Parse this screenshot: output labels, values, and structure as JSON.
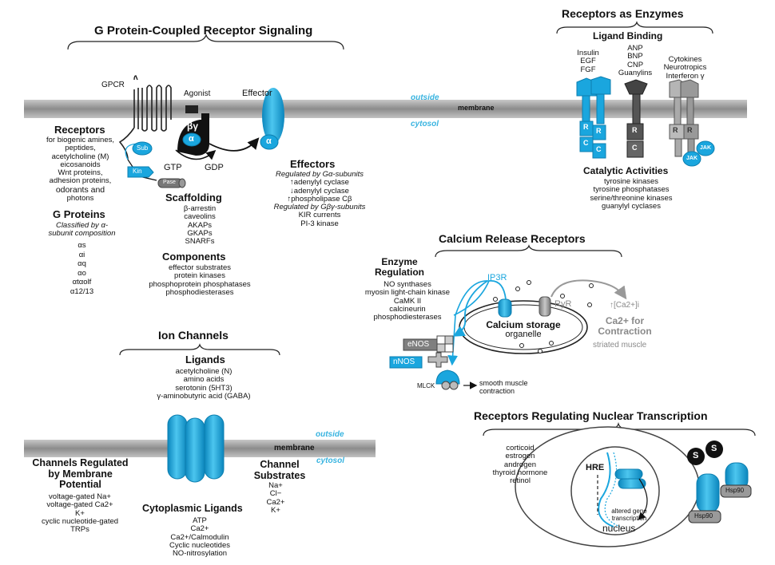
{
  "colors": {
    "accent": "#1aa6de",
    "accent_dark": "#0c7fb0",
    "membrane": "#9a9a9a",
    "dark": "#222222"
  },
  "gpcr": {
    "title": "G Protein-Coupled Receptor Signaling",
    "gpcr_label": "GPCR",
    "agonist_label": "Agonist",
    "effector_label": "Effector",
    "beta_gamma": "βγ",
    "alpha": "α",
    "gtp": "GTP",
    "gdp": "GDP",
    "sub_label": "Sub",
    "kin_label": "Kin",
    "pase_label": "Pase",
    "receptors_heading": "Receptors",
    "receptors_items": [
      "for biogenic amines,",
      "peptides,",
      "acetylcholine (M)",
      "eicosanoids",
      "Wnt proteins,",
      "adhesion proteins,",
      "odorants and",
      "photons"
    ],
    "gproteins_heading": "G Proteins",
    "gproteins_classified": [
      "Classified by α-",
      "subunit composition"
    ],
    "gproteins_items": [
      "αs",
      "αi",
      "αq",
      "αo",
      "αtαolf",
      "α12/13"
    ],
    "scaffolding_heading": "Scaffolding",
    "scaffolding_items": [
      "β-arrestin",
      "caveolins",
      "AKAPs",
      "GKAPs",
      "SNARFs"
    ],
    "components_heading": "Components",
    "components_items": [
      "effector substrates",
      "protein kinases",
      "phosphoprotein phosphatases",
      "phosphodiesterases"
    ],
    "effectors_heading": "Effectors",
    "effectors_items": [
      "Regulated by Gα-subunits",
      "↑adenylyl cyclase",
      "↓adenylyl cyclase",
      "↑phospholipase Cβ",
      "Regulated by Gβγ-subunits",
      "KIR currents",
      "PI-3 kinase"
    ]
  },
  "membrane": {
    "outside": "outside",
    "membrane": "membrane",
    "cytosol": "cytosol"
  },
  "enzymes": {
    "title": "Receptors as Enzymes",
    "ligand_heading": "Ligand Binding",
    "ligand_col1": [
      "Insulin",
      "EGF",
      "FGF"
    ],
    "ligand_col2": [
      "ANP",
      "BNP",
      "CNP",
      "Guanylins"
    ],
    "ligand_col3": [
      "Cytokines",
      "Neurotropics",
      "Interferon γ"
    ],
    "r_label": "R",
    "c_label": "C",
    "jak_label": "JAK",
    "catalytic_heading": "Catalytic Activities",
    "catalytic_items": [
      "tyrosine kinases",
      "tyrosine phosphatases",
      "serine/threonine kinases",
      "guanylyl cyclases"
    ]
  },
  "calcium": {
    "title": "Calcium Release Receptors",
    "enzyme_heading": [
      "Enzyme",
      "Regulation"
    ],
    "enzyme_items": [
      "NO synthases",
      "myosin light-chain kinase",
      "CaMK II",
      "calcineurin",
      "phosphodiesterases"
    ],
    "ip3r": "IP3R",
    "ryr": "RyR",
    "ca_arrow": "↑[Ca2+]i",
    "storage": [
      "Calcium storage",
      "organelle"
    ],
    "ca_contraction": [
      "Ca2+ for",
      "Contraction"
    ],
    "striated": "striated muscle",
    "enos": "eNOS",
    "nnos": "nNOS",
    "mlck": "MLCK",
    "smooth": [
      "smooth muscle",
      "contraction"
    ]
  },
  "ion": {
    "title": "Ion Channels",
    "ligands_heading": "Ligands",
    "ligands_items": [
      "acetylcholine (N)",
      "amino acids",
      "serotonin (5HT3)",
      "γ-aminobutyric acid (GABA)"
    ],
    "outside": "outside",
    "membrane": "membrane",
    "cytosol": "cytosol",
    "potential_heading": [
      "Channels Regulated",
      "by Membrane",
      "Potential"
    ],
    "potential_items": [
      "voltage-gated Na+",
      "voltage-gated Ca2+",
      "K+",
      "cyclic nucleotide-gated",
      "TRPs"
    ],
    "substrates_heading": [
      "Channel",
      "Substrates"
    ],
    "substrates_items": [
      "Na+",
      "Cl−",
      "Ca2+",
      "K+"
    ],
    "cytoplasmic_heading": "Cytoplasmic Ligands",
    "cytoplasmic_items": [
      "ATP",
      "Ca2+",
      "Ca2+/Calmodulin",
      "Cyclic nucleotides",
      "NO-nitrosylation"
    ]
  },
  "nuclear": {
    "title": "Receptors Regulating Nuclear Transcription",
    "ligands_items": [
      "corticoid",
      "estrogen",
      "androgen",
      "thyroid hormone",
      "retinol"
    ],
    "hre": "HRE",
    "altered": [
      "altered gene",
      "transcription"
    ],
    "nucleus": "nucleus",
    "s_label": "S",
    "hsp90": "Hsp90"
  }
}
